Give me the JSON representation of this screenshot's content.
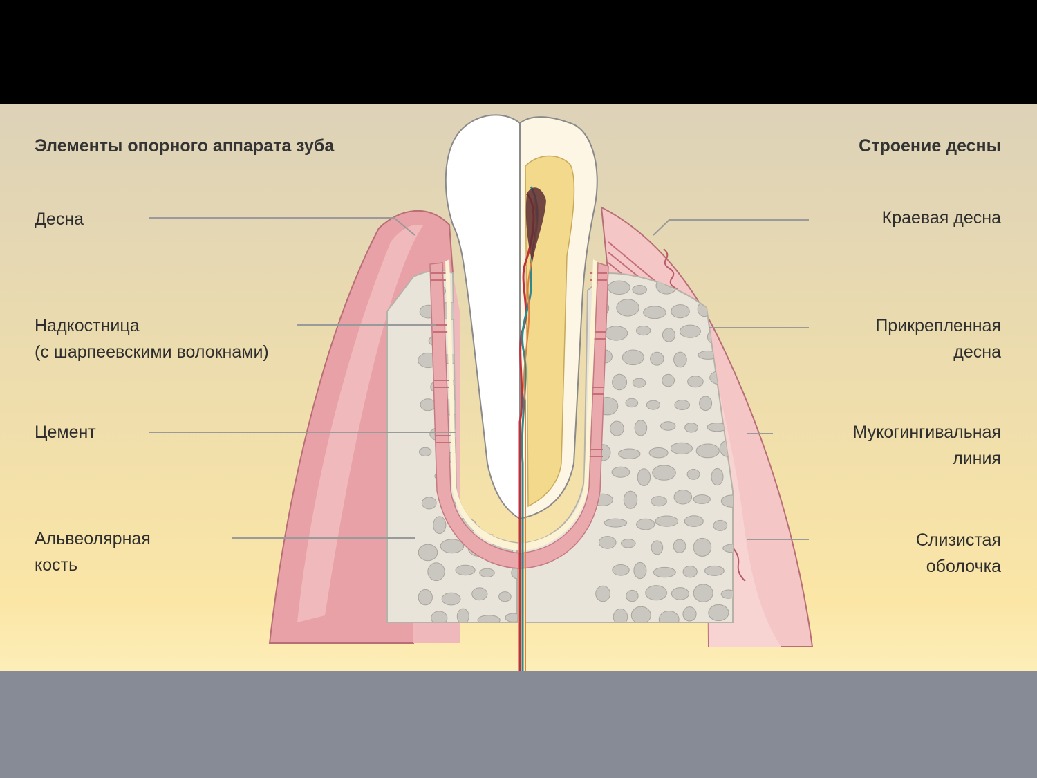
{
  "headings": {
    "left": "Элементы опорного аппарата зуба",
    "right": "Строение десны"
  },
  "left_labels": [
    "Десна",
    "Надкостница\n(с шарпеевскими волокнами)",
    "Цемент",
    "Альвеолярная\nкость"
  ],
  "right_labels": [
    "Краевая десна",
    "Прикрепленная\nдесна",
    "Мукогингивальная\nлиния",
    "Слизистая\nоболочка"
  ],
  "colors": {
    "gum": "#e9a3a8",
    "gum_dark": "#d9828b",
    "gum_light": "#f4c9c9",
    "bone": "#e7e3da",
    "pore": "#cac7c1",
    "enamel": "#ffffff",
    "dentin": "#fdf6e4",
    "pulp": "#f3d98c",
    "leader_line": "#9a9a9a"
  }
}
